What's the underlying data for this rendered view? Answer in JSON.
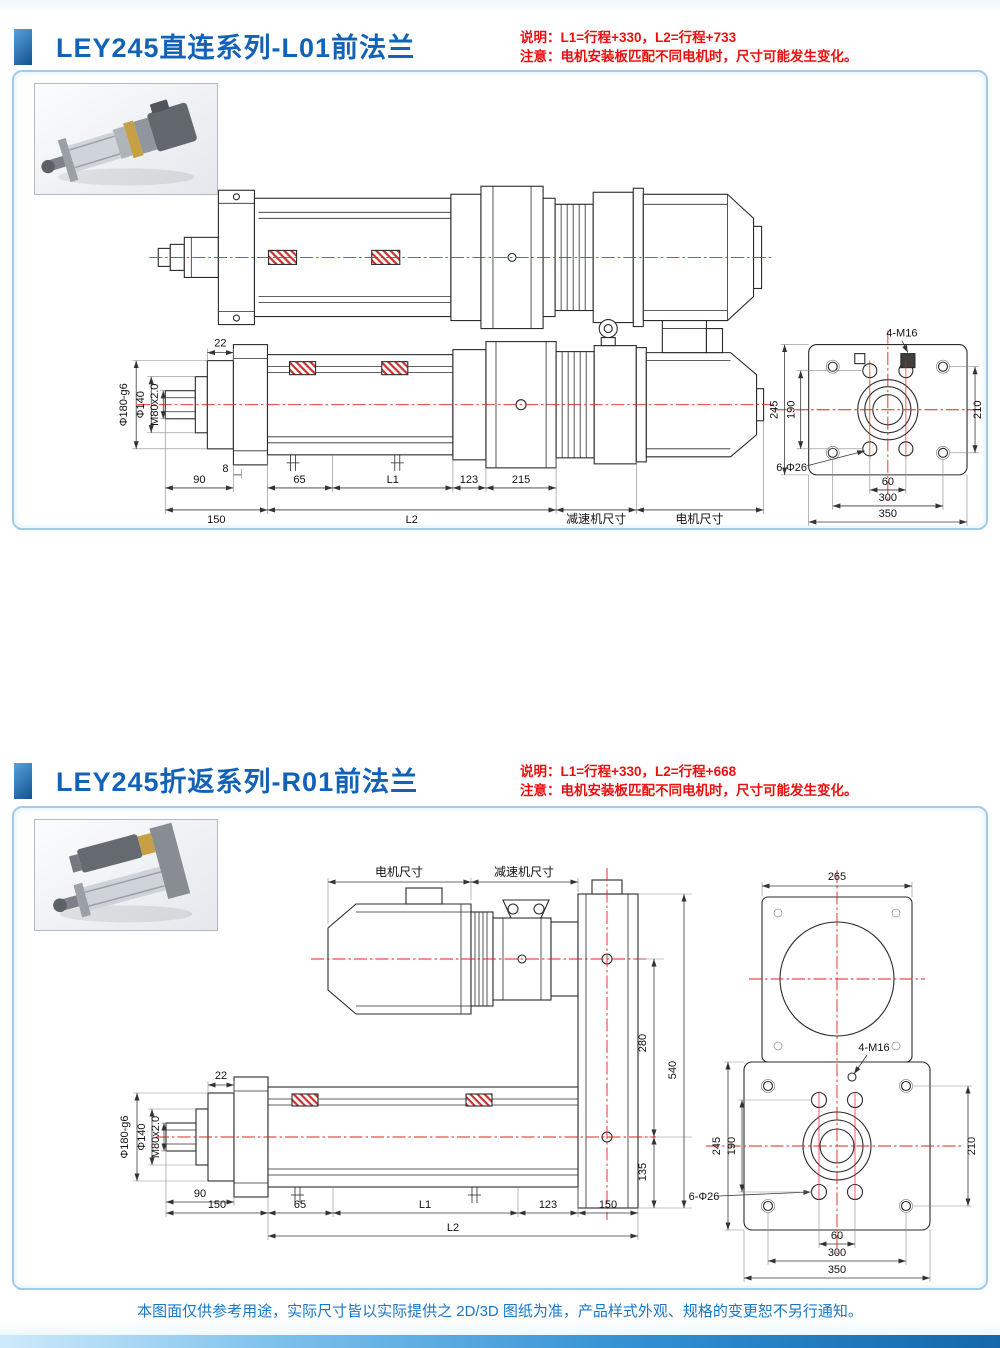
{
  "s1": {
    "title": "LEY245直连系列-L01前法兰",
    "note1": "说明：L1=行程+330，L2=行程+733",
    "note2": "注意：电机安装板匹配不同电机时，尺寸可能发生变化。",
    "dims": {
      "d22": "22",
      "phi180": "Φ180-g6",
      "phi140": "Φ140",
      "m80": "M80x2.0",
      "d8": "8",
      "d90": "90",
      "d150": "150",
      "d65": "65",
      "L1": "L1",
      "d123": "123",
      "d215": "215",
      "L2": "L2",
      "gearbox": "减速机尺寸",
      "motor": "电机尺寸"
    },
    "flange": {
      "m16": "4-M16",
      "d245": "245",
      "d190": "190",
      "d210": "210",
      "phi26": "6-Φ26",
      "d60": "60",
      "d300": "300",
      "d350": "350"
    }
  },
  "s2": {
    "title": "LEY245折返系列-R01前法兰",
    "note1": "说明：L1=行程+330，L2=行程+668",
    "note2": "注意：电机安装板匹配不同电机时，尺寸可能发生变化。",
    "top": {
      "motor": "电机尺寸",
      "gearbox": "减速机尺寸"
    },
    "dims": {
      "d22": "22",
      "phi180": "Φ180-g6",
      "phi140": "Φ140",
      "m80": "M80x2.0",
      "d90": "90",
      "d150a": "150",
      "d65": "65",
      "L1": "L1",
      "d123": "123",
      "d150b": "150",
      "L2": "L2",
      "d265": "265",
      "d280": "280",
      "d540": "540",
      "d135": "135"
    },
    "flange": {
      "m16": "4-M16",
      "d245": "245",
      "d190": "190",
      "d210": "210",
      "phi26": "6-Φ26",
      "d60": "60",
      "d300": "300",
      "d350": "350"
    }
  },
  "footer": {
    "disclaimer": "本图面仅供参考用途，实际尺寸皆以实际提供之 2D/3D 图纸为准，产品样式外观、规格的变更恕不另行通知。"
  }
}
